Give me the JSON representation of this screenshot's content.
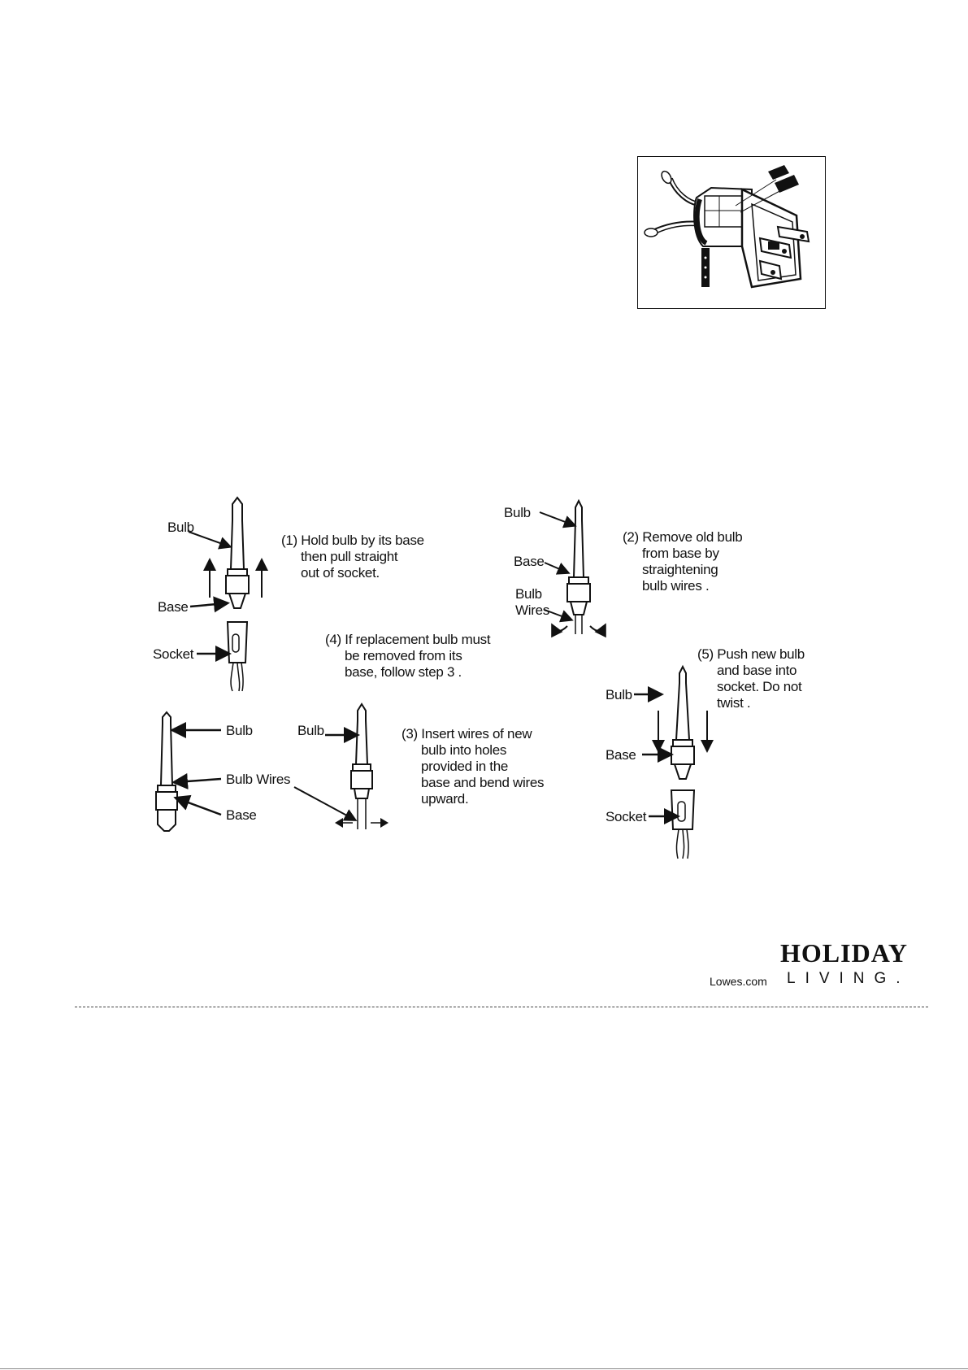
{
  "plug_figure": {
    "icon": "polarized-plug-with-fuse-icon"
  },
  "diagram": {
    "labels": {
      "s1_bulb": "Bulb",
      "s1_base": "Base",
      "s1_socket": "Socket",
      "s2_bulb": "Bulb",
      "s2_base": "Base",
      "s2_bulb_wires_1": "Bulb",
      "s2_bulb_wires_2": "Wires",
      "s4_bulb": "Bulb",
      "s4_bulb_wires": "Bulb Wires",
      "s4_base": "Base",
      "s3_bulb": "Bulb",
      "s5_bulb": "Bulb",
      "s5_base": "Base",
      "s5_socket": "Socket"
    },
    "steps": {
      "step1": [
        "(1) Hold bulb by its base",
        "then pull straight",
        "out of socket."
      ],
      "step2": [
        "(2) Remove old bulb",
        "from base by",
        "straightening",
        "bulb wires ."
      ],
      "step4": [
        "(4) If replacement bulb must",
        "be removed from its",
        "base, follow step 3 ."
      ],
      "step5": [
        "(5) Push new bulb",
        "and base into",
        "socket. Do not",
        "twist ."
      ],
      "step3": [
        "(3) Insert wires of new",
        "bulb into holes",
        "provided in the",
        "base and bend wires",
        "upward."
      ]
    }
  },
  "logo": {
    "holiday": "HOLIDAY",
    "living": "LIVING.",
    "site": "Lowes.com"
  }
}
